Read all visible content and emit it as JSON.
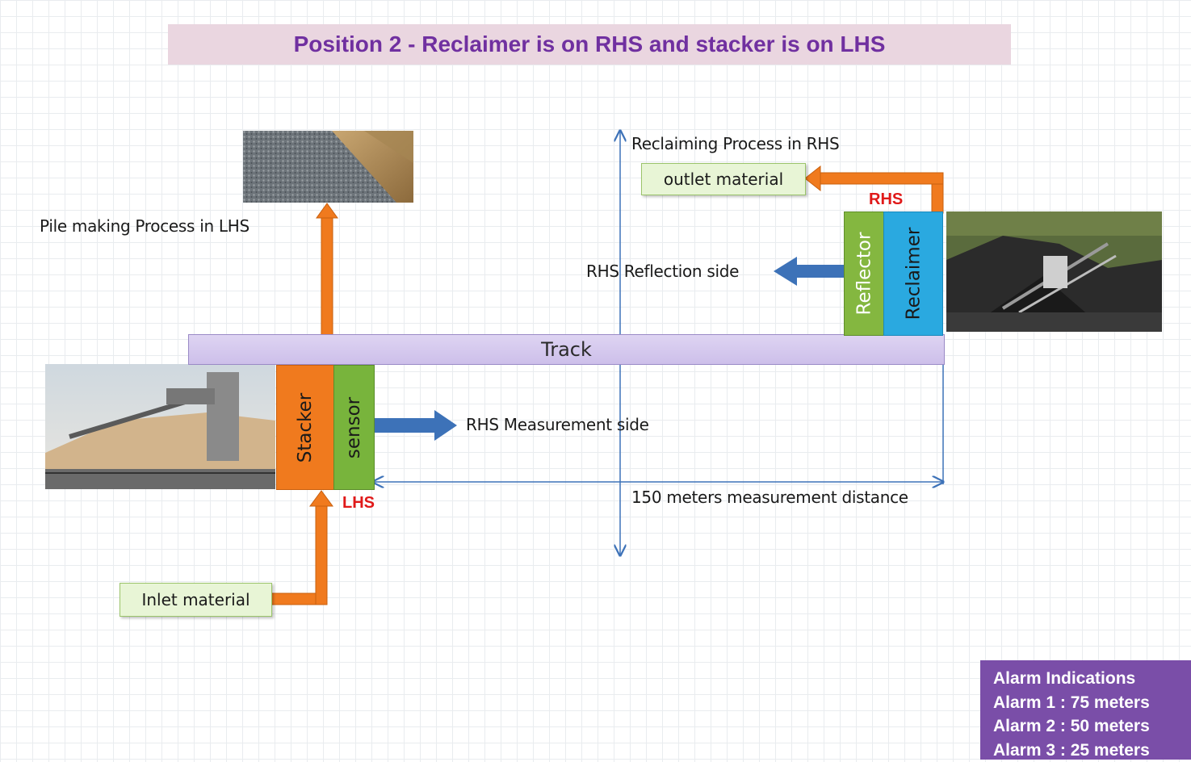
{
  "title": "Position 2 -  Reclaimer is on RHS and stacker is on LHS",
  "labels": {
    "reclaiming_process": "Reclaiming Process in RHS",
    "pile_making_process": "Pile making Process in LHS",
    "reflection_side": "RHS Reflection side",
    "measurement_side": "RHS Measurement side",
    "measurement_distance": "150 meters measurement distance",
    "rhs": "RHS",
    "lhs": "LHS"
  },
  "boxes": {
    "outlet_material": "outlet material",
    "inlet_material": "Inlet material",
    "track": "Track",
    "stacker": "Stacker",
    "sensor": "sensor",
    "reflector": "Reflector",
    "reclaimer": "Reclaimer"
  },
  "alarm": {
    "heading": "Alarm Indications",
    "items": [
      "Alarm 1 : 75 meters",
      "Alarm 2 : 50 meters",
      "Alarm 3 : 25 meters"
    ]
  },
  "colors": {
    "title_text": "#7030a0",
    "title_bg": "#ead6e0",
    "orange_arrow": "#f07a1e",
    "blue_arrow": "#3d72b8",
    "green_box": "#e8f5d6",
    "stacker": "#f07a1e",
    "sensor": "#78b43c",
    "reflector": "#84b740",
    "reclaimer": "#2aa9e0",
    "alarm_bg": "#7a4ea8",
    "rhs_lhs_text": "#e01919"
  }
}
